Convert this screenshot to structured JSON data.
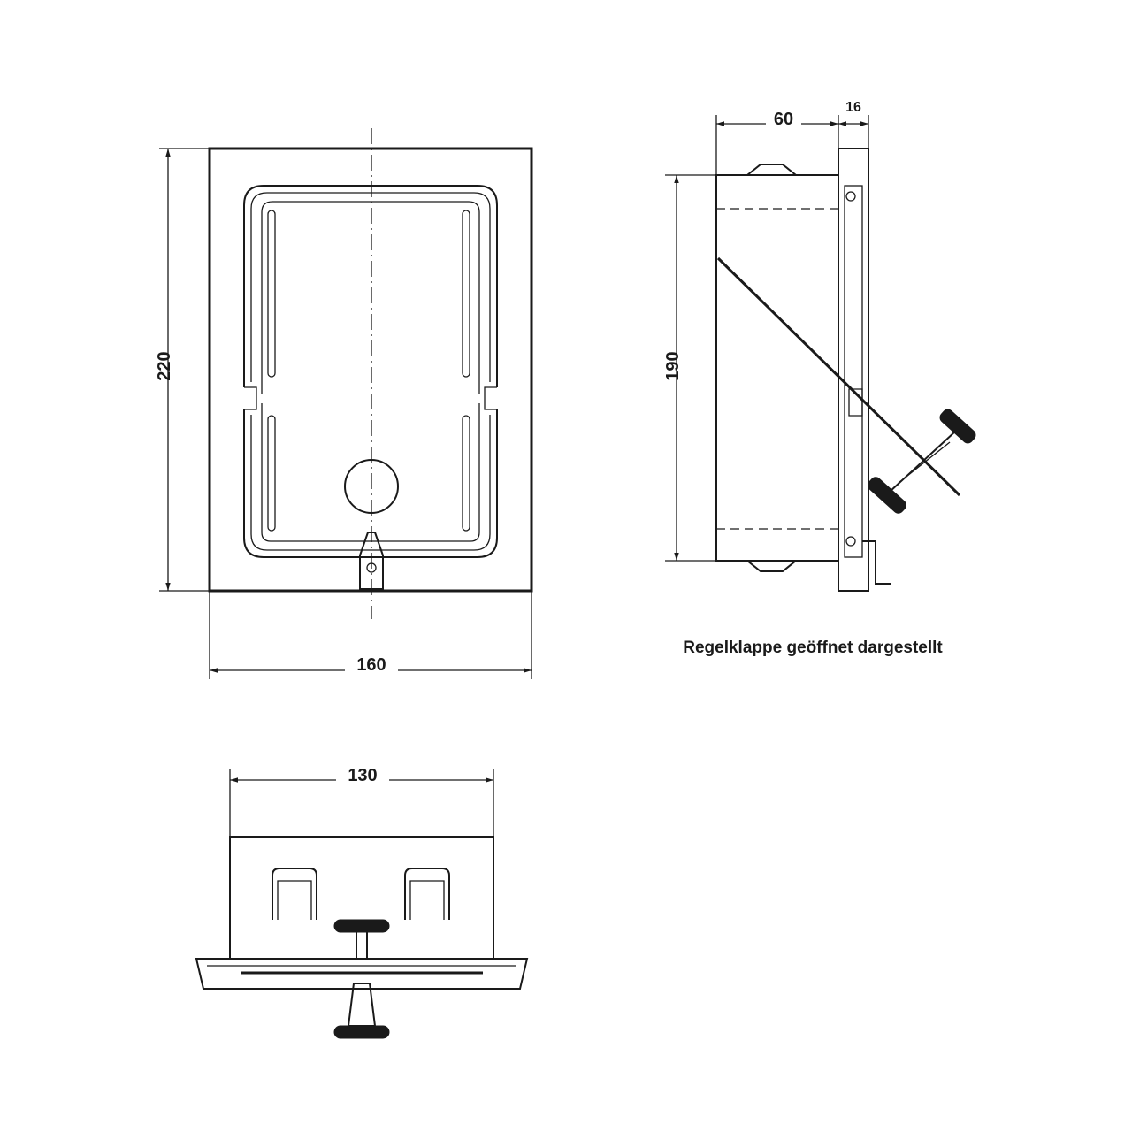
{
  "front_view": {
    "width_label": "160",
    "height_label": "220"
  },
  "side_view": {
    "depth_label": "60",
    "frame_label": "16",
    "height_label": "190",
    "caption": "Regelklappe geöffnet dargestellt"
  },
  "top_view": {
    "width_label": "130"
  }
}
